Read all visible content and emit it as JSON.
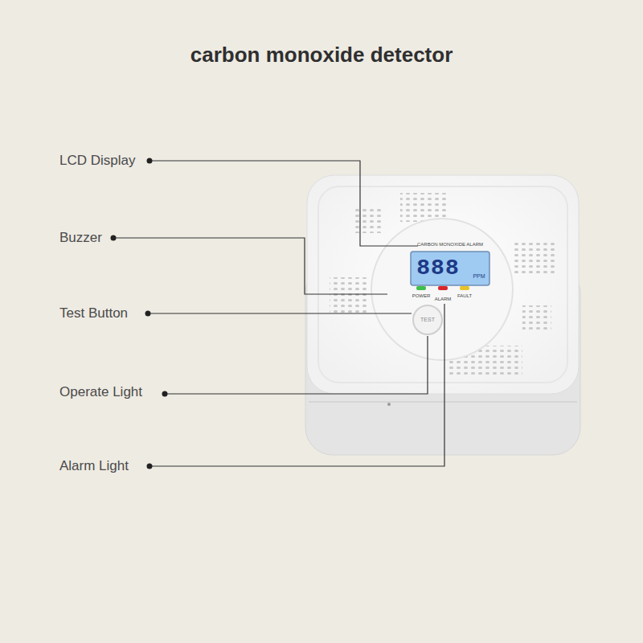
{
  "diagram": {
    "title": "carbon monoxide detector",
    "labels": [
      "LCD Display",
      "Buzzer",
      "Test Button",
      "Operate Light",
      "Alarm Light",
      "CARBON MONOXIDE ALARM",
      "888",
      "PPM",
      "POWER",
      "ALARM",
      "FAULT",
      "TEST"
    ]
  }
}
